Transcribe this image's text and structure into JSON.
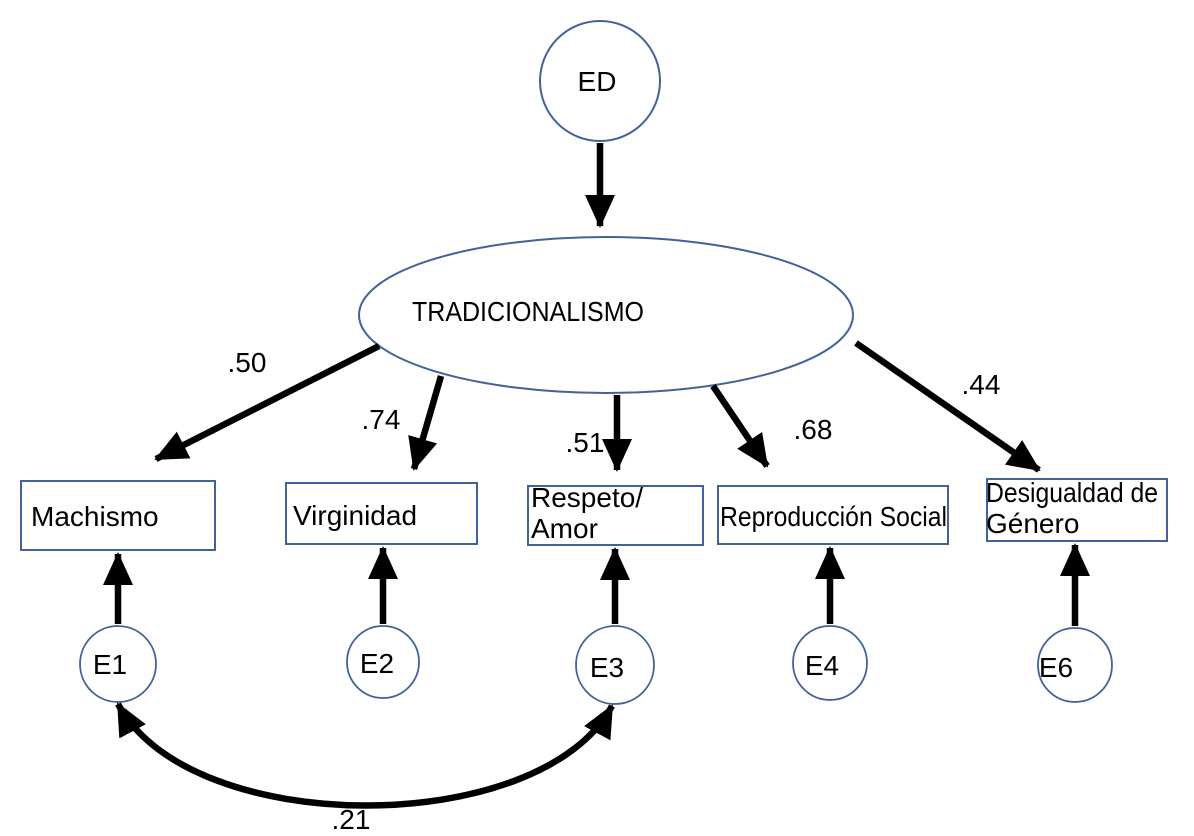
{
  "colors": {
    "background": "#ffffff",
    "shape_outline": "#41629b",
    "arrow": "#000000",
    "text": "#000000"
  },
  "diagram": {
    "type": "sem-path-diagram",
    "disturbance": {
      "label": "ED"
    },
    "latent": {
      "label": "TRADICIONALISMO"
    },
    "indicators": [
      {
        "label_lines": [
          "Machismo"
        ],
        "loading": ".50",
        "error": "E1"
      },
      {
        "label_lines": [
          "Virginidad"
        ],
        "loading": ".74",
        "error": "E2"
      },
      {
        "label_lines": [
          "Respeto/",
          "Amor"
        ],
        "loading": ".51",
        "error": "E3"
      },
      {
        "label_lines": [
          "Reproducción Social"
        ],
        "loading": ".68",
        "error": "E4"
      },
      {
        "label_lines": [
          "Desigualdad de",
          "Género"
        ],
        "loading": ".44",
        "error": "E6"
      }
    ],
    "covariance": {
      "between": [
        "E1",
        "E3"
      ],
      "value": ".21"
    }
  }
}
